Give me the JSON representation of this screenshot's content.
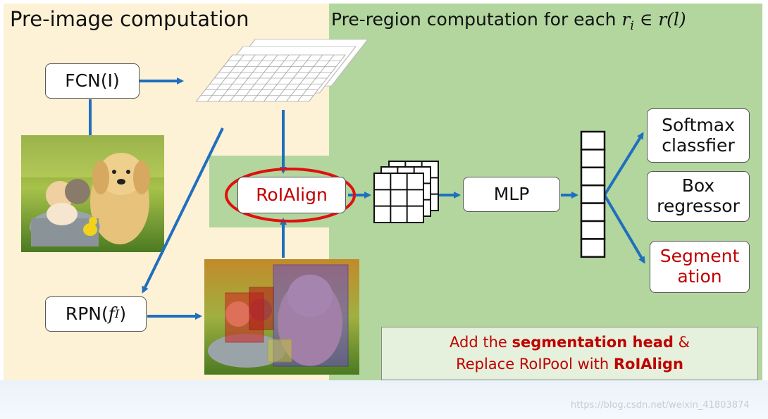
{
  "left_panel": {
    "title": "Pre-image computation"
  },
  "right_panel": {
    "title_prefix": "Pre-region computation for each ",
    "title_math": "r",
    "title_math_sub": "i",
    "title_math_rest": " ∈ r(l)"
  },
  "boxes": {
    "fcn": "FCN(I)",
    "rpn_prefix": "RPN(",
    "rpn_math": "f",
    "rpn_math_sub": "I",
    "rpn_suffix": ")",
    "roialign": "RoIAlign",
    "mlp": "MLP",
    "softmax_line1": "Softmax",
    "softmax_line2": "classfier",
    "box_line1": "Box",
    "box_line2": "regressor",
    "seg_line1": "Segment",
    "seg_line2": "ation"
  },
  "note": {
    "line1_prefix": "Add the ",
    "line1_bold": "segmentation head",
    "line1_suffix": " &",
    "line2_prefix": "Replace RoIPool with ",
    "line2_bold": "RoIAlign"
  },
  "watermark": "https://blog.csdn.net/weixin_41803874",
  "colors": {
    "left_bg": "#fdf1d6",
    "right_bg": "#b2d69e",
    "arrow": "#1f6fbf",
    "highlight_red": "#c00000",
    "ellipse_red": "#e01010"
  },
  "icons": [
    "feature-map-grid-icon",
    "roi-feature-cube-icon",
    "feature-vector-icon",
    "puppy-kittens-photo",
    "region-proposals-photo"
  ]
}
